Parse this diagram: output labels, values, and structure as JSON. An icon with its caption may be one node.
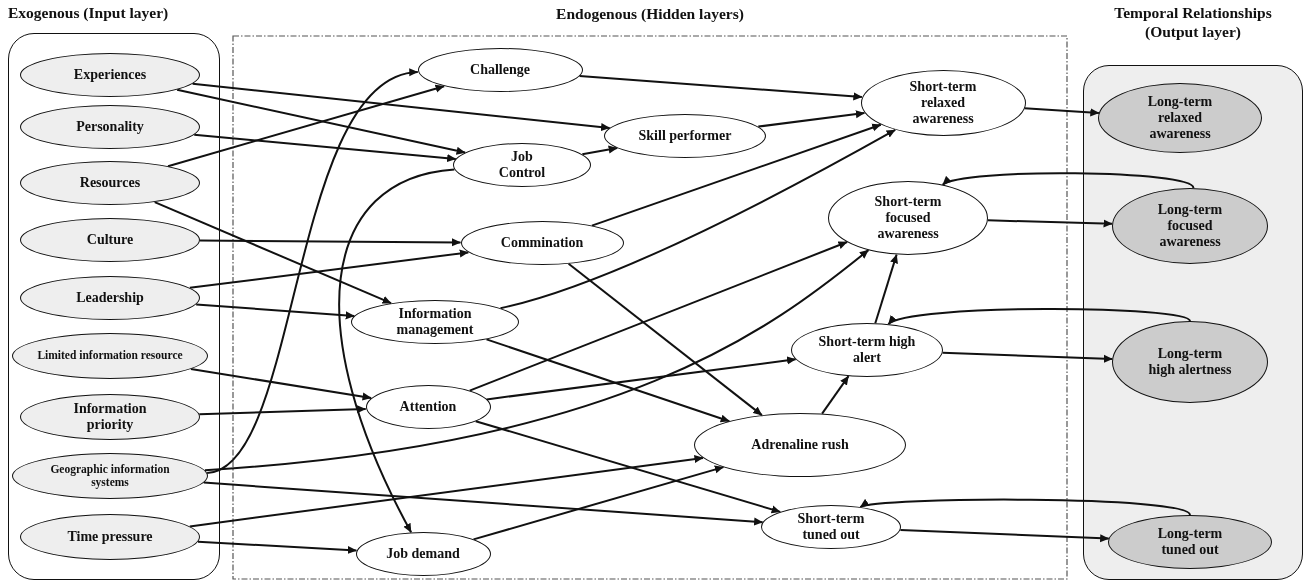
{
  "diagram": {
    "nodes": [
      {
        "text": [
          "Exogenous (Input layer)"
        ]
      },
      {
        "text": [
          "Endogenous (Hidden layers)"
        ]
      },
      {
        "text": [
          "Temporal Relationships (Output layer)"
        ]
      },
      {
        "text": [
          "Experiences"
        ],
        "in": 0
      },
      {
        "text": [
          "Personality"
        ],
        "in": 0
      },
      {
        "text": [
          "Resources"
        ],
        "in": 0
      },
      {
        "text": [
          "Culture"
        ],
        "in": 0
      },
      {
        "text": [
          "Leadership"
        ],
        "in": 0
      },
      {
        "text": [
          "Limited information resource"
        ],
        "in": 0
      },
      {
        "text": [
          "Information priority"
        ],
        "in": 0
      },
      {
        "text": [
          "Geographic information systems"
        ],
        "in": 0
      },
      {
        "text": [
          "Time pressure"
        ],
        "in": 0
      },
      {
        "text": [
          "Challenge"
        ],
        "in": 1
      },
      {
        "text": [
          "Skill performer"
        ],
        "in": 1
      },
      {
        "text": [
          "Job Control"
        ],
        "in": 1
      },
      {
        "text": [
          "Commination"
        ],
        "in": 1
      },
      {
        "text": [
          "Information management"
        ],
        "in": 1
      },
      {
        "text": [
          "Attention"
        ],
        "in": 1
      },
      {
        "text": [
          "Job demand"
        ],
        "in": 1
      },
      {
        "text": [
          "Short-term relaxed awareness"
        ],
        "in": 1
      },
      {
        "text": [
          "Short-term focused awareness"
        ],
        "in": 1
      },
      {
        "text": [
          "Short-term high alert"
        ],
        "in": 1
      },
      {
        "text": [
          "Adrenaline rush"
        ],
        "in": 1
      },
      {
        "text": [
          "Short-term tuned out"
        ],
        "in": 1
      },
      {
        "text": [
          "Long-term relaxed awareness"
        ],
        "in": 2
      },
      {
        "text": [
          "Long-term focused awareness"
        ],
        "in": 2
      },
      {
        "text": [
          "Long-term high alertness"
        ],
        "in": 2
      },
      {
        "text": [
          "Long-term tuned out"
        ],
        "in": 2
      }
    ],
    "edges": [
      {
        "from": 3,
        "to": 13,
        "arrow": "to"
      },
      {
        "from": 3,
        "to": 14,
        "arrow": "to"
      },
      {
        "from": 4,
        "to": 14,
        "arrow": "to"
      },
      {
        "from": 5,
        "to": 12,
        "arrow": "to"
      },
      {
        "from": 5,
        "to": 16,
        "arrow": "to"
      },
      {
        "from": 6,
        "to": 15,
        "arrow": "to"
      },
      {
        "from": 7,
        "to": 15,
        "arrow": "to"
      },
      {
        "from": 7,
        "to": 16,
        "arrow": "to"
      },
      {
        "from": 8,
        "to": 17,
        "arrow": "to"
      },
      {
        "from": 9,
        "to": 17,
        "arrow": "to"
      },
      {
        "from": 10,
        "to": 12,
        "arrow": "to"
      },
      {
        "from": 10,
        "to": 20,
        "arrow": "to"
      },
      {
        "from": 10,
        "to": 23,
        "arrow": "to"
      },
      {
        "from": 11,
        "to": 22,
        "arrow": "to"
      },
      {
        "from": 11,
        "to": 18,
        "arrow": "to"
      },
      {
        "from": 14,
        "to": 18,
        "arrow": "to"
      },
      {
        "from": 14,
        "to": 13,
        "arrow": "to"
      },
      {
        "from": 12,
        "to": 19,
        "arrow": "to"
      },
      {
        "from": 13,
        "to": 19,
        "arrow": "to"
      },
      {
        "from": 15,
        "to": 19,
        "arrow": "to"
      },
      {
        "from": 15,
        "to": 22,
        "arrow": "to"
      },
      {
        "from": 16,
        "to": 19,
        "arrow": "to"
      },
      {
        "from": 16,
        "to": 22,
        "arrow": "to"
      },
      {
        "from": 17,
        "to": 20,
        "arrow": "to"
      },
      {
        "from": 17,
        "to": 21,
        "arrow": "to"
      },
      {
        "from": 17,
        "to": 23,
        "arrow": "to"
      },
      {
        "from": 18,
        "to": 22,
        "arrow": "to"
      },
      {
        "from": 22,
        "to": 21,
        "arrow": "to"
      },
      {
        "from": 21,
        "to": 20,
        "arrow": "to"
      },
      {
        "from": 19,
        "to": 24,
        "arrow": "to"
      },
      {
        "from": 20,
        "to": 25,
        "arrow": "to"
      },
      {
        "from": 21,
        "to": 26,
        "arrow": "to"
      },
      {
        "from": 23,
        "to": 27,
        "arrow": "to"
      },
      {
        "from": 25,
        "to": 20,
        "arrow": "to"
      },
      {
        "from": 26,
        "to": 21,
        "arrow": "to"
      },
      {
        "from": 27,
        "to": 23,
        "arrow": "to"
      }
    ]
  }
}
